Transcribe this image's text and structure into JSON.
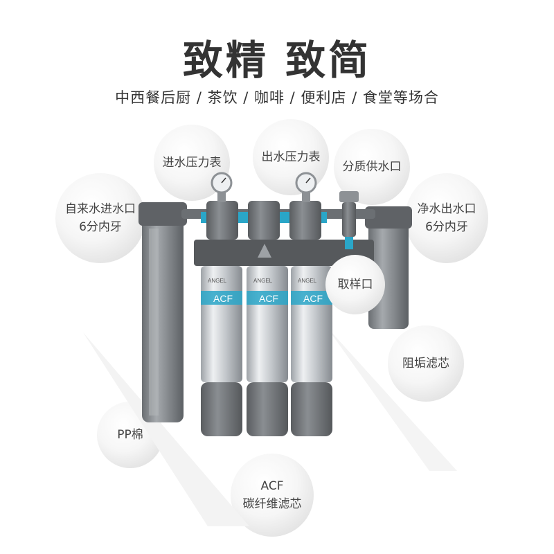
{
  "header": {
    "title": "致精 致简",
    "subtitle": "中西餐后厨 / 茶饮 / 咖啡 / 便利店 / 食堂等场合"
  },
  "labels": {
    "inlet_gauge": "进水压力表",
    "outlet_gauge": "出水压力表",
    "split_supply": "分质供水口",
    "raw_inlet_line1": "自来水进水口",
    "raw_inlet_line2": "6分内牙",
    "clean_outlet_line1": "净水出水口",
    "clean_outlet_line2": "6分内牙",
    "sample_port": "取样口",
    "scale_filter": "阻垢滤芯",
    "pp_cotton": "PP棉",
    "acf_line1": "ACF",
    "acf_line2": "碳纤维滤芯"
  },
  "product": {
    "brand": "ANGEL",
    "cartridge_label": "ACF"
  },
  "colors": {
    "body": "#6a6d70",
    "steel": "#c9cdd1",
    "accent": "#2aa6c8",
    "text": "#333333"
  }
}
